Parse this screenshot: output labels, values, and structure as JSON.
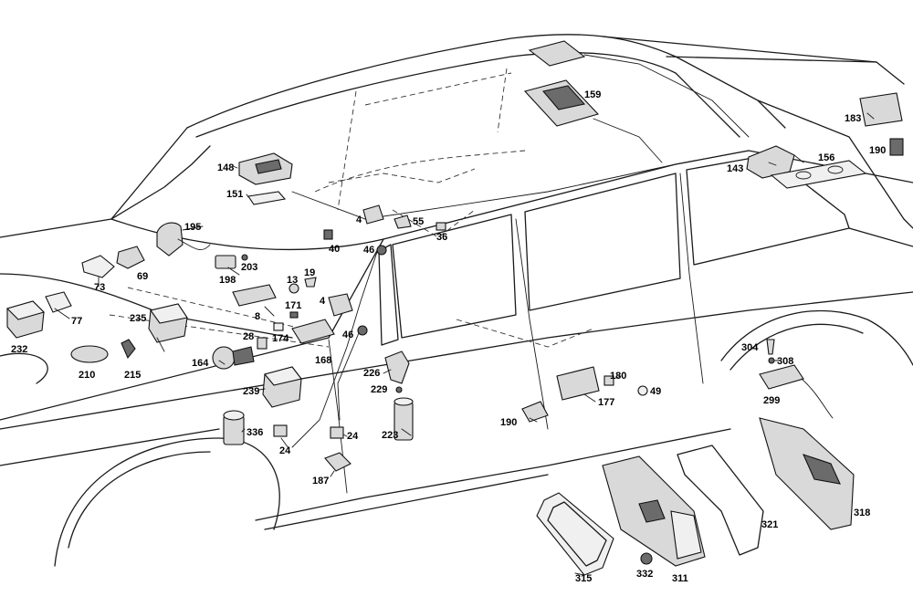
{
  "labels": {
    "p148": "148",
    "p151": "151",
    "p195": "195",
    "p203": "203",
    "p198": "198",
    "p73": "73",
    "p69": "69",
    "p77": "77",
    "p232": "232",
    "p235": "235",
    "p210": "210",
    "p215": "215",
    "p164": "164",
    "p239": "239",
    "p336": "336",
    "p24a": "24",
    "p24b": "24",
    "p187": "187",
    "p223": "223",
    "p229": "229",
    "p226": "226",
    "p13": "13",
    "p19": "19",
    "p171": "171",
    "p4a": "4",
    "p8": "8",
    "p28": "28",
    "p174": "174",
    "p168": "168",
    "p46a": "46",
    "p46b": "46",
    "p40": "40",
    "p4b": "4",
    "p55": "55",
    "p36": "36",
    "p159": "159",
    "p143": "143",
    "p156": "156",
    "p183": "183",
    "p190a": "190",
    "p190b": "190",
    "p180": "180",
    "p177": "177",
    "p49": "49",
    "p304": "304",
    "p308": "308",
    "p299": "299",
    "p315": "315",
    "p332": "332",
    "p311": "311",
    "p321": "321",
    "p318": "318"
  }
}
